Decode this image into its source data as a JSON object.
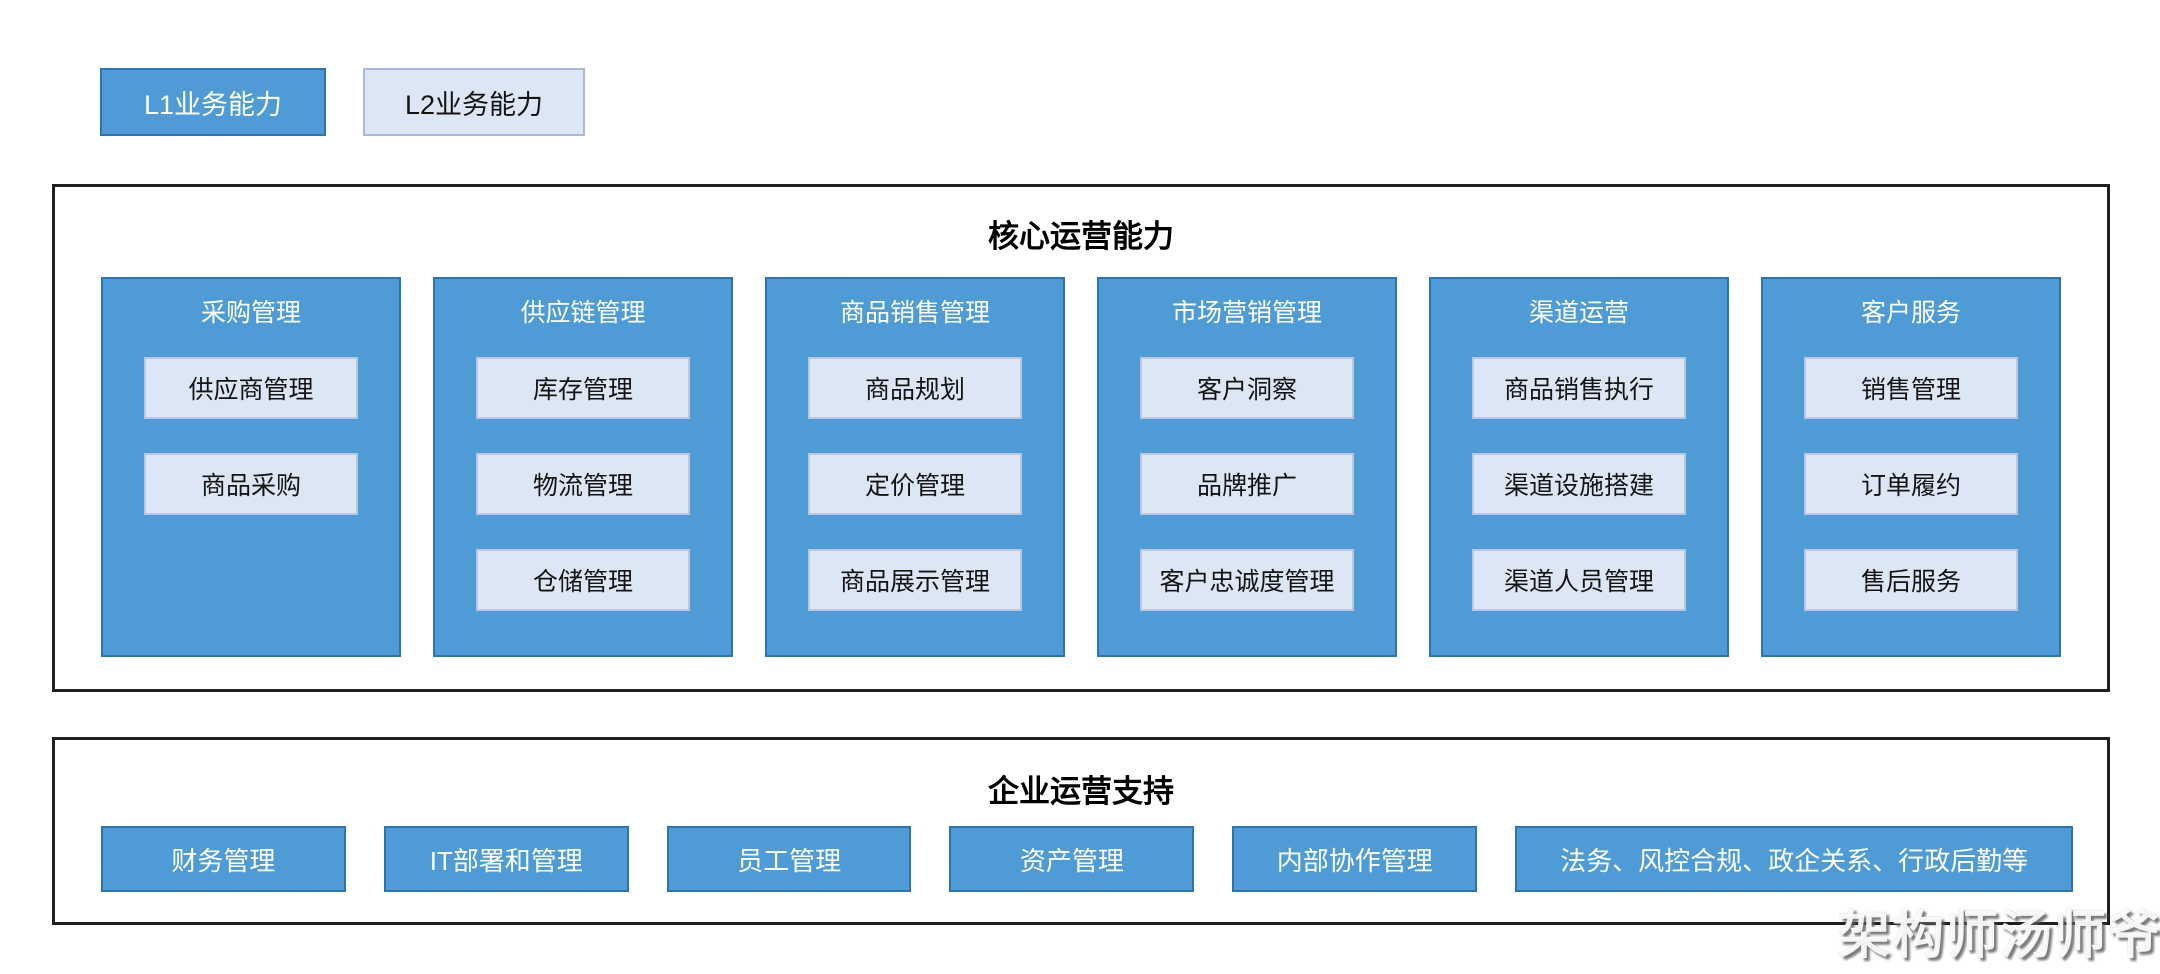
{
  "legend": {
    "l1_label": "L1业务能力",
    "l2_label": "L2业务能力"
  },
  "core_panel": {
    "title": "核心运营能力",
    "columns": [
      {
        "title": "采购管理",
        "items": [
          "供应商管理",
          "商品采购"
        ]
      },
      {
        "title": "供应链管理",
        "items": [
          "库存管理",
          "物流管理",
          "仓储管理"
        ]
      },
      {
        "title": "商品销售管理",
        "items": [
          "商品规划",
          "定价管理",
          "商品展示管理"
        ]
      },
      {
        "title": "市场营销管理",
        "items": [
          "客户洞察",
          "品牌推广",
          "客户忠诚度管理"
        ]
      },
      {
        "title": "渠道运营",
        "items": [
          "商品销售执行",
          "渠道设施搭建",
          "渠道人员管理"
        ]
      },
      {
        "title": "客户服务",
        "items": [
          "销售管理",
          "订单履约",
          "售后服务"
        ]
      }
    ]
  },
  "support_panel": {
    "title": "企业运营支持",
    "items": [
      "财务管理",
      "IT部署和管理",
      "员工管理",
      "资产管理",
      "内部协作管理",
      "法务、风控合规、政企关系、行政后勤等"
    ]
  },
  "watermark": "架构师汤师爷",
  "colors": {
    "l1_fill": "#4E9BD5",
    "l1_border": "#2E74B5",
    "l2_fill": "#DCE6F5",
    "l2_border": "#A9B8D4",
    "panel_border": "#1F1F1F"
  }
}
